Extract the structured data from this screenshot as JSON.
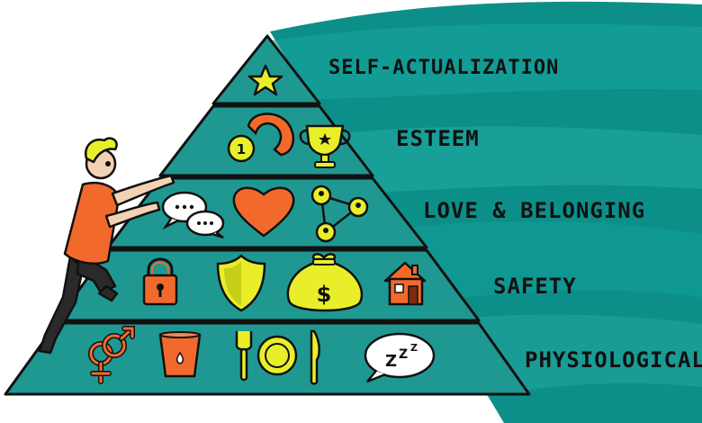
{
  "diagram": {
    "levels": [
      {
        "label": "SELF-ACTUALIZATION",
        "icons": [
          "star-icon"
        ]
      },
      {
        "label": "ESTEEM",
        "icons": [
          "medal-icon",
          "trophy-icon"
        ]
      },
      {
        "label": "LOVE & BELONGING",
        "icons": [
          "chat-bubbles-icon",
          "heart-icon",
          "network-icon"
        ]
      },
      {
        "label": "SAFETY",
        "icons": [
          "padlock-icon",
          "shield-icon",
          "money-bag-icon",
          "house-icon"
        ]
      },
      {
        "label": "PHYSIOLOGICAL",
        "icons": [
          "gender-symbols-icon",
          "water-cup-icon",
          "cutlery-plate-icon",
          "sleep-bubble-icon"
        ]
      }
    ],
    "medal_text": "1",
    "money_text": "$",
    "sleep_text": "Z",
    "colors": {
      "pyramid": "#229993",
      "background": "#1a9a93",
      "accent_yellow": "#e8ef2a",
      "orange": "#f26a2b",
      "outline": "#111111"
    }
  }
}
